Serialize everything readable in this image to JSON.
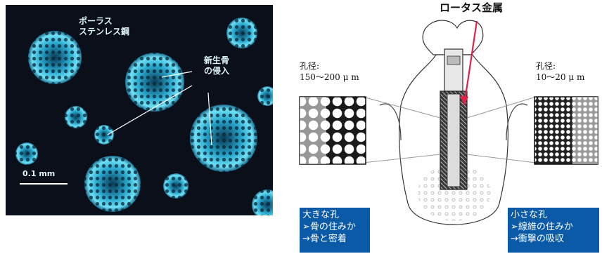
{
  "micrograph": {
    "label_porous": [
      "ポーラス",
      "ステンレス鋼"
    ],
    "label_bone": [
      "新生骨",
      "の侵入"
    ],
    "scale_label": "0.1 mm"
  },
  "diagram": {
    "title": "ロータス金属",
    "left_pore": {
      "label": "孔径:",
      "value": "150〜200 μ m"
    },
    "right_pore": {
      "label": "孔径:",
      "value": "10〜20 μ m"
    },
    "left_box": [
      "大きな孔",
      "➢骨の住みか",
      "→骨と密着"
    ],
    "right_box": [
      "小さな孔",
      "➢線維の住みか",
      "→衝撃の吸収"
    ]
  },
  "colors": {
    "accent_red": "#e0214a",
    "box_blue": "#0b5aa7",
    "micro_bg": "#0a0f1a",
    "cluster": "#39c6e6"
  }
}
